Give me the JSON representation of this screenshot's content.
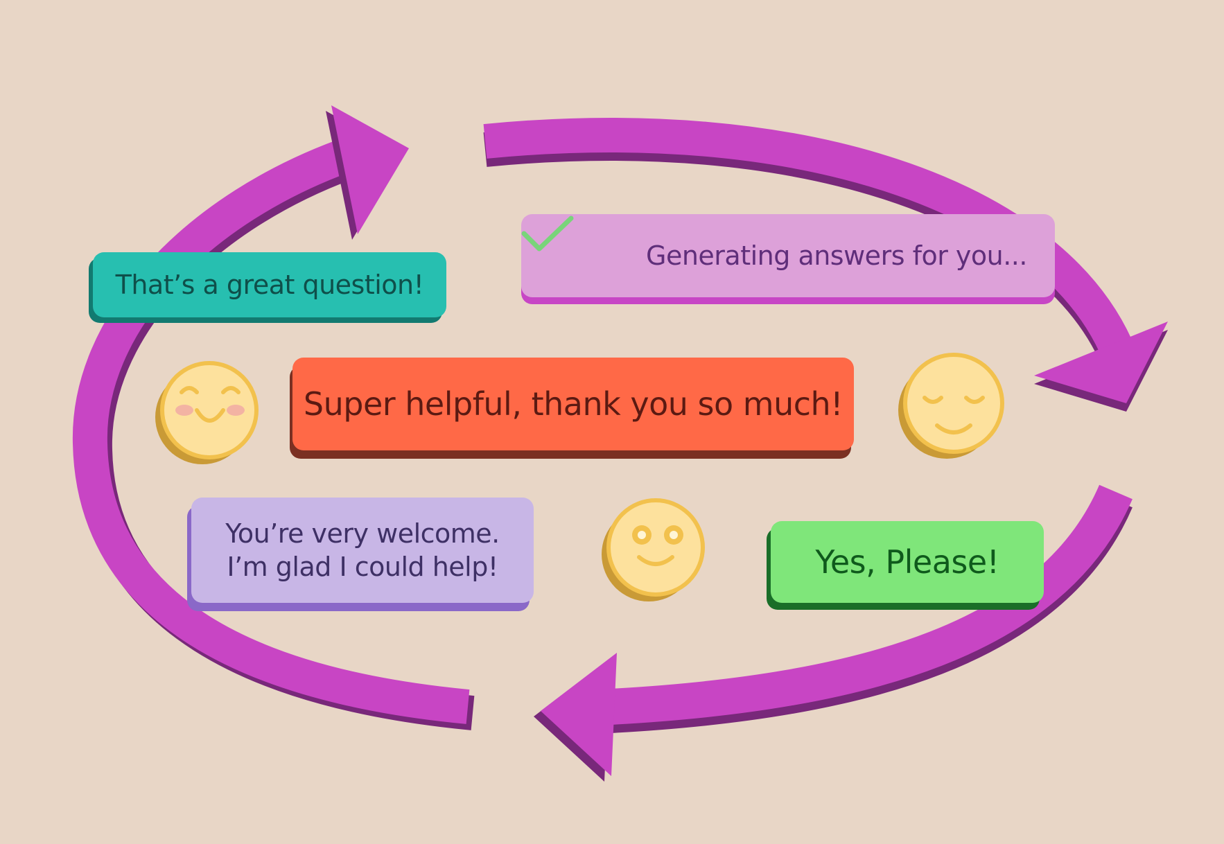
{
  "messages": {
    "teal": "That’s a great question!",
    "pink": "Generating answers for you...",
    "orange": "Super helpful, thank you so much!",
    "lavender_line1": "You’re very welcome.",
    "lavender_line2": "I’m glad I could help!",
    "green": "Yes, Please!"
  },
  "icons": {
    "check": "check-icon",
    "faces": [
      "blushing-smile-face-icon",
      "content-closed-eyes-face-icon",
      "happy-open-eyes-face-icon"
    ],
    "arrows": [
      "top-left-arrow-icon",
      "top-right-arrow-icon",
      "bottom-arrow-icon",
      "left-arc-arrow-icon"
    ]
  },
  "colors": {
    "background": "#e8d6c6",
    "arrow": "#c845c4",
    "arrow_shadow": "#78287a",
    "teal": "#27bfb0",
    "pink": "#dda1d9",
    "orange": "#ff6947",
    "lavender": "#c8b6e6",
    "green": "#7fe67a",
    "face": "#fde19d",
    "face_rim": "#f2c14d"
  }
}
